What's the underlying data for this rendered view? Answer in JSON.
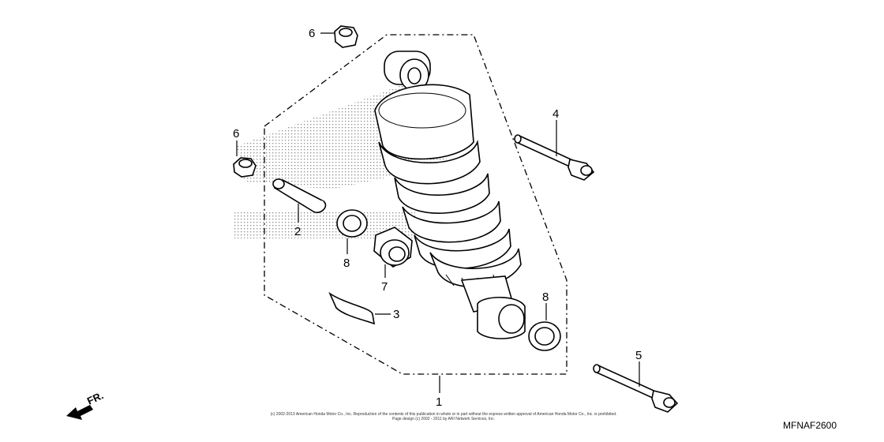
{
  "callouts": {
    "c1": "1",
    "c2": "2",
    "c3": "3",
    "c4": "4",
    "c5": "5",
    "c6a": "6",
    "c6b": "6",
    "c7": "7",
    "c8a": "8",
    "c8b": "8"
  },
  "direction_label": "FR.",
  "copyright": {
    "line1": "(c) 2002-2013 American Honda Motor Co., Inc. Reproduction of the contents of this publication in whole or in part without the express written approval of American Honda Motor Co., Inc. is prohibited.",
    "line2": "Page design (c) 2002 - 2011 by ARI Network Services, Inc."
  },
  "diagram_code": "MFNAF2600"
}
